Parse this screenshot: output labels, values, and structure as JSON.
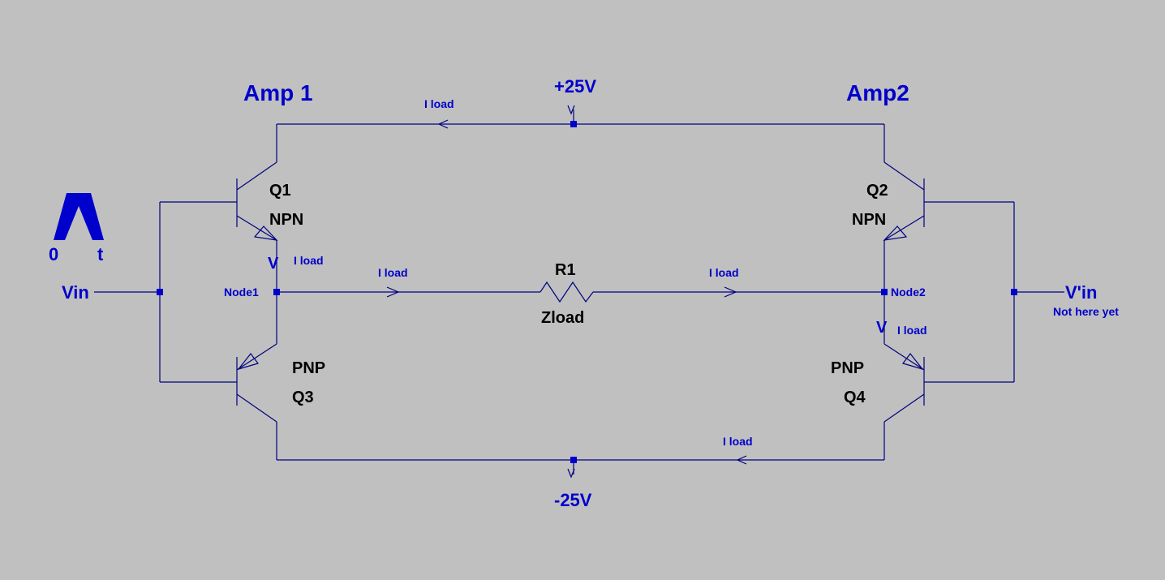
{
  "labels": {
    "amp1": "Amp 1",
    "amp2": "Amp2",
    "vpos": "+25V",
    "vneg": "-25V",
    "vin": "Vin",
    "vin_prime": "V'in",
    "not_here_yet": "Not here yet",
    "node1": "Node1",
    "node2": "Node2",
    "iload": "I load",
    "v_marker": "V",
    "source_zero": "0",
    "source_t": "t"
  },
  "components": {
    "q1": {
      "ref": "Q1",
      "type": "NPN"
    },
    "q2": {
      "ref": "Q2",
      "type": "NPN"
    },
    "q3": {
      "ref": "Q3",
      "type": "PNP"
    },
    "q4": {
      "ref": "Q4",
      "type": "PNP"
    },
    "r1": {
      "ref": "R1",
      "value": "Zload"
    }
  },
  "colors": {
    "background": "#c0c0c0",
    "wire": "#000080",
    "label_blue": "#0000cc",
    "component_text": "#000000"
  }
}
